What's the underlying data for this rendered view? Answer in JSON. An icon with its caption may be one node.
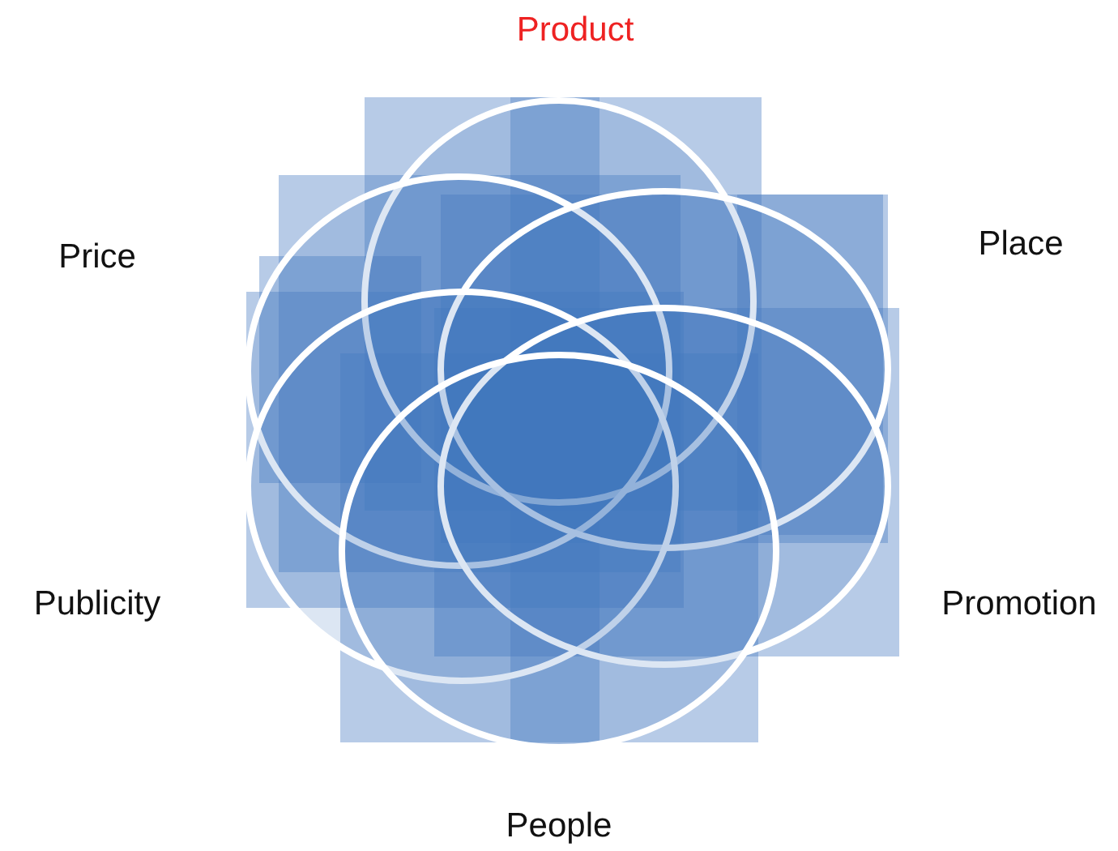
{
  "diagram": {
    "labels": [
      "Product",
      "Price",
      "Place",
      "Publicity",
      "Promotion",
      "People"
    ]
  }
}
